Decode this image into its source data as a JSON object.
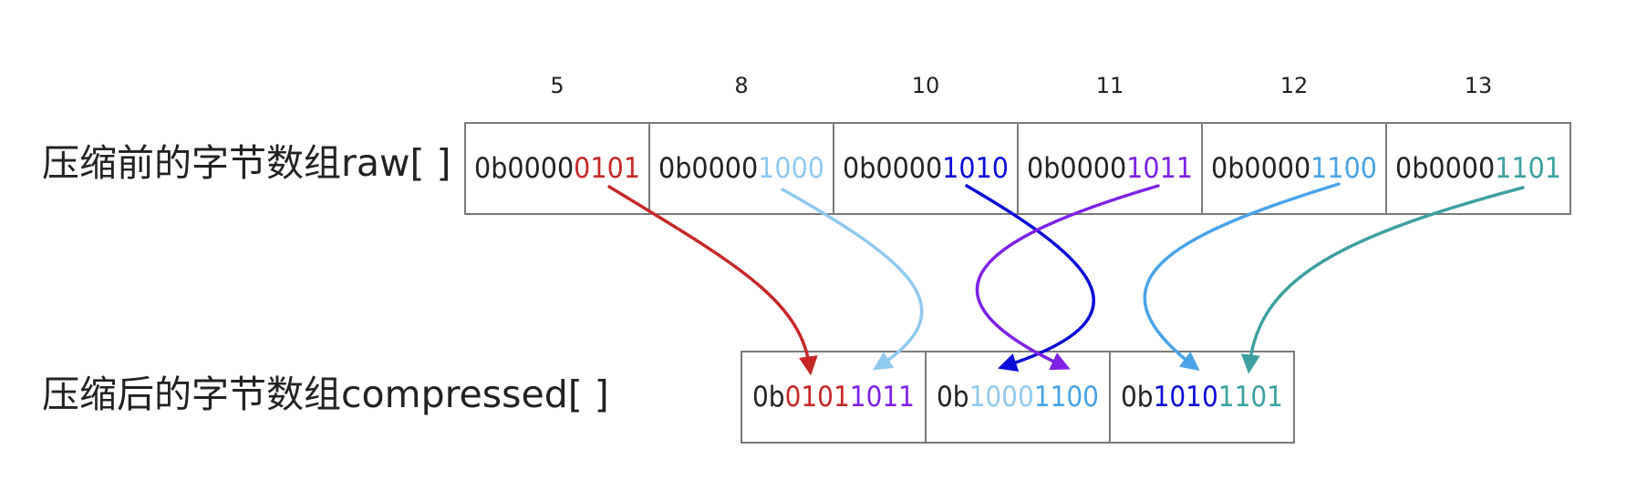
{
  "labels": {
    "raw_row": "压缩前的字节数组raw[ ]",
    "compressed_row": "压缩后的字节数组compressed[ ]"
  },
  "raw": {
    "indices": [
      "5",
      "8",
      "10",
      "11",
      "12",
      "13"
    ],
    "cells": [
      {
        "prefix": "0b0000",
        "bits": "0101",
        "color": "#c62828"
      },
      {
        "prefix": "0b0000",
        "bits": "1000",
        "color": "#90caf0"
      },
      {
        "prefix": "0b0000",
        "bits": "1010",
        "color": "#0a0ad8"
      },
      {
        "prefix": "0b0000",
        "bits": "1011",
        "color": "#7e22e6"
      },
      {
        "prefix": "0b0000",
        "bits": "1100",
        "color": "#4aa3e8"
      },
      {
        "prefix": "0b0000",
        "bits": "1101",
        "color": "#3ea0a0"
      }
    ]
  },
  "compressed": {
    "cells": [
      {
        "prefix": "0b",
        "hi": "0101",
        "hi_color": "#c62828",
        "lo": "1011",
        "lo_color": "#7e22e6"
      },
      {
        "prefix": "0b",
        "hi": "1000",
        "hi_color": "#90caf0",
        "lo": "1100",
        "lo_color": "#4aa3e8"
      },
      {
        "prefix": "0b",
        "hi": "1010",
        "hi_color": "#0a0ad8",
        "lo": "1101",
        "lo_color": "#3ea0a0"
      }
    ]
  },
  "colors": {
    "text": "#222222",
    "border": "#7a7a7a"
  }
}
